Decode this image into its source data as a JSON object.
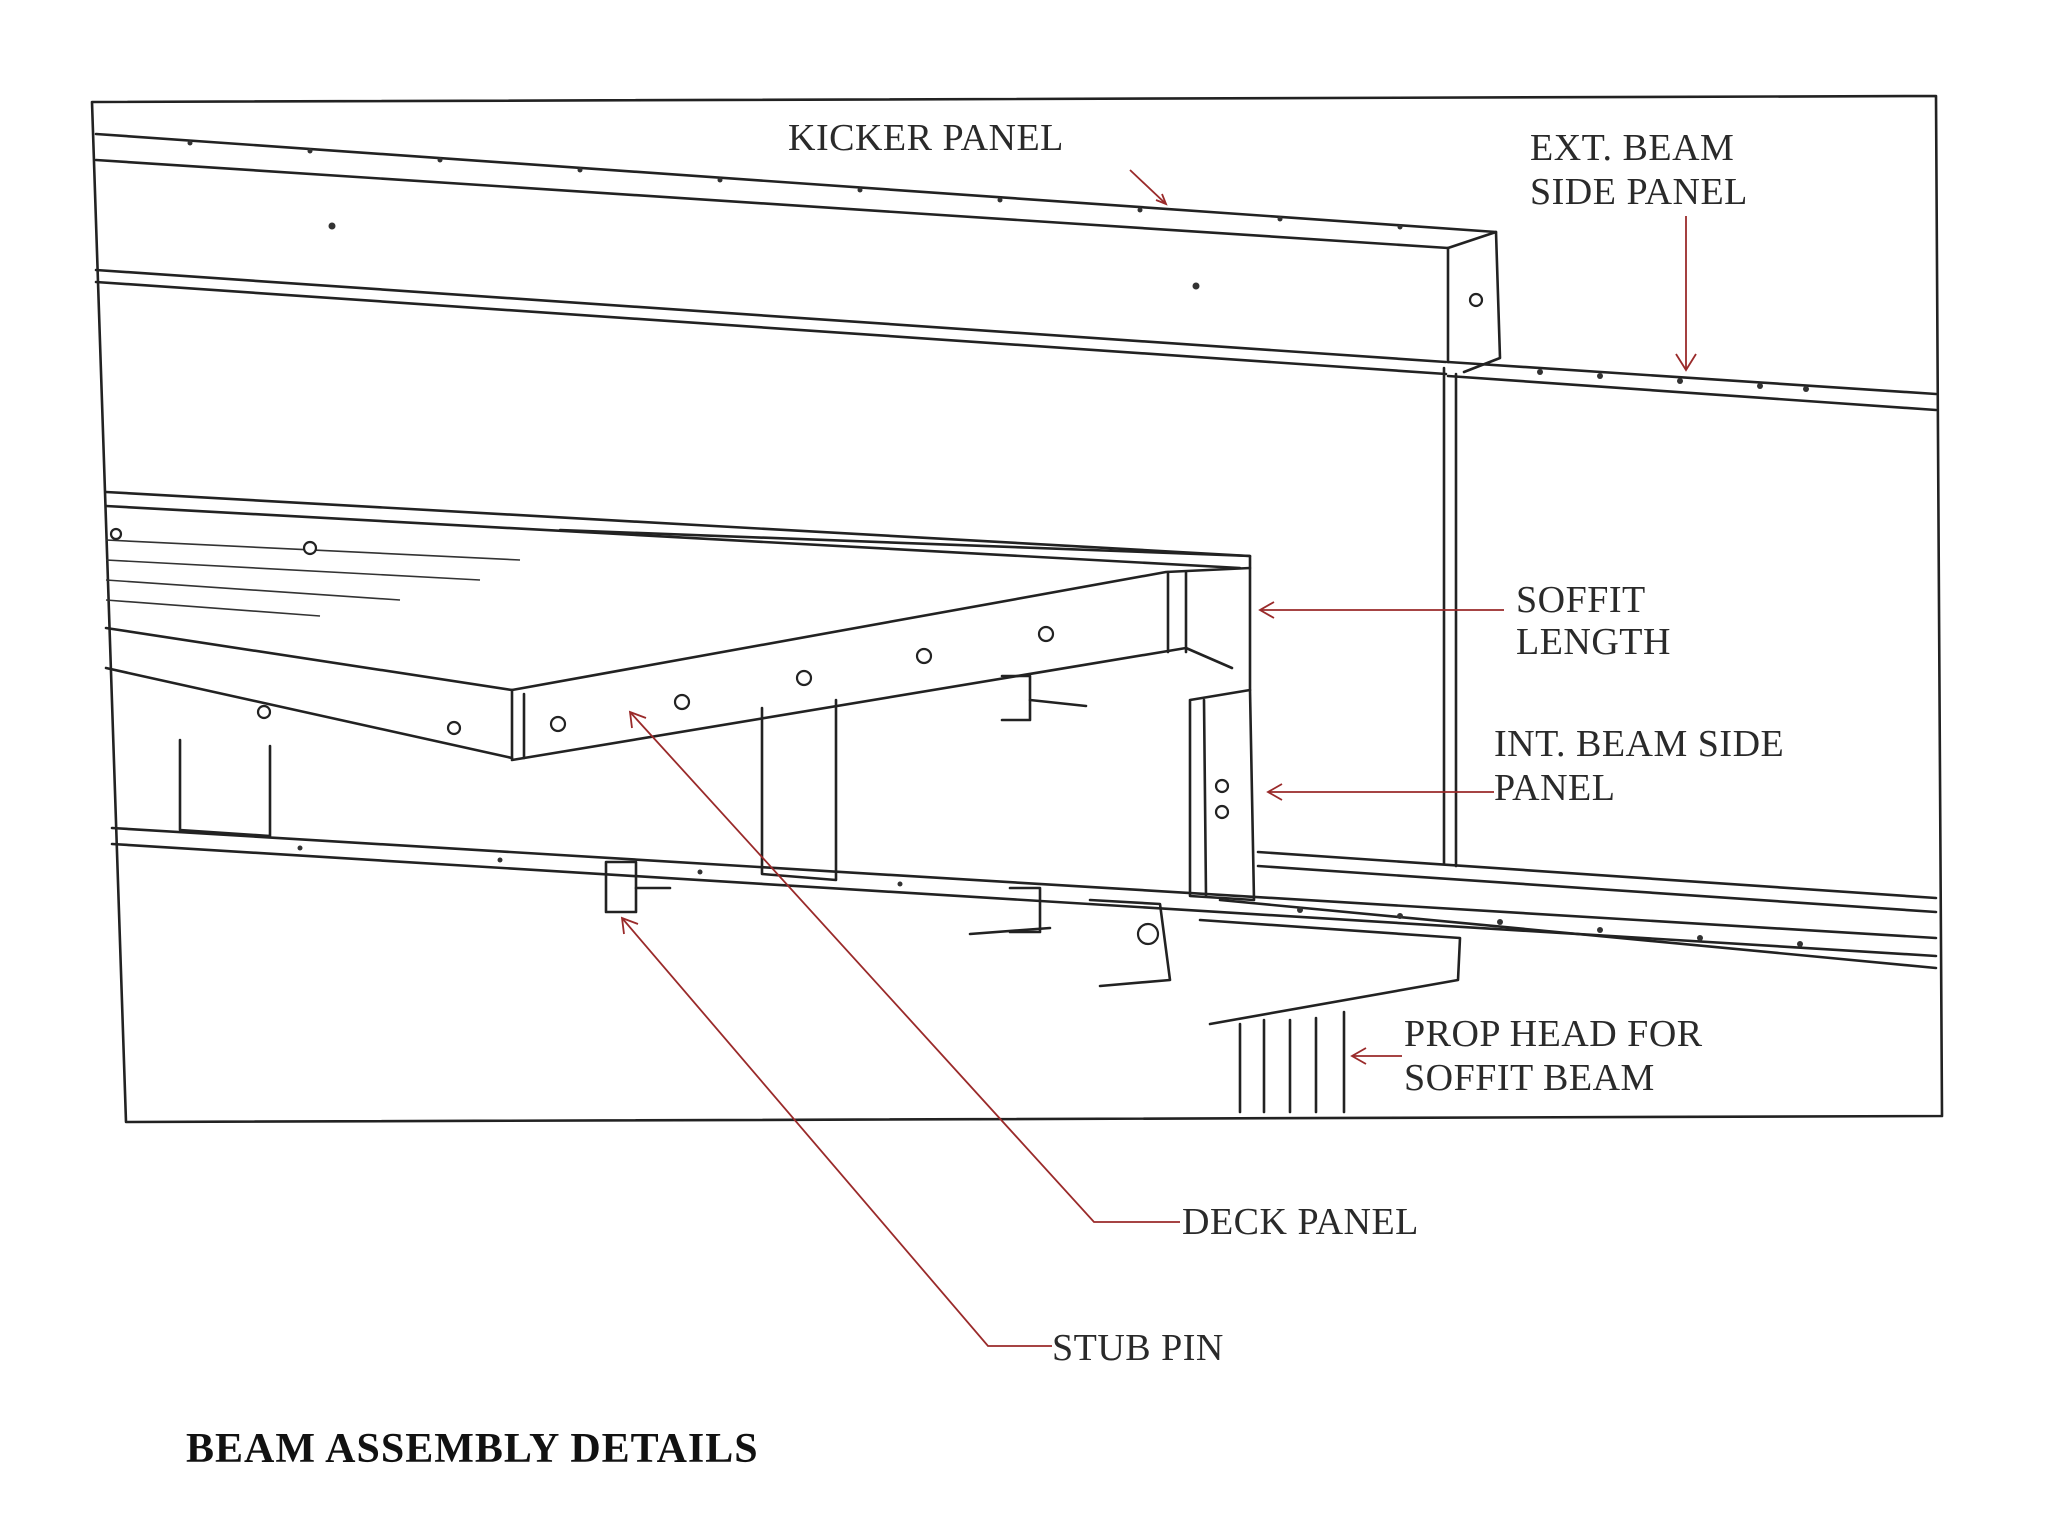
{
  "labels": {
    "kicker_panel": "KICKER PANEL",
    "ext_beam_line1": "EXT. BEAM",
    "ext_beam_line2": "SIDE PANEL",
    "soffit_line1": "SOFFIT",
    "soffit_line2": "LENGTH",
    "int_beam_line1": "INT. BEAM SIDE",
    "int_beam_line2": "PANEL",
    "prop_head_line1": "PROP HEAD FOR",
    "prop_head_line2": "SOFFIT BEAM",
    "deck_panel": "DECK PANEL",
    "stub_pin": "STUB PIN"
  },
  "caption": "BEAM ASSEMBLY DETAILS",
  "colors": {
    "leader": "#9a2a2a",
    "line": "#222222",
    "background": "#ffffff"
  }
}
